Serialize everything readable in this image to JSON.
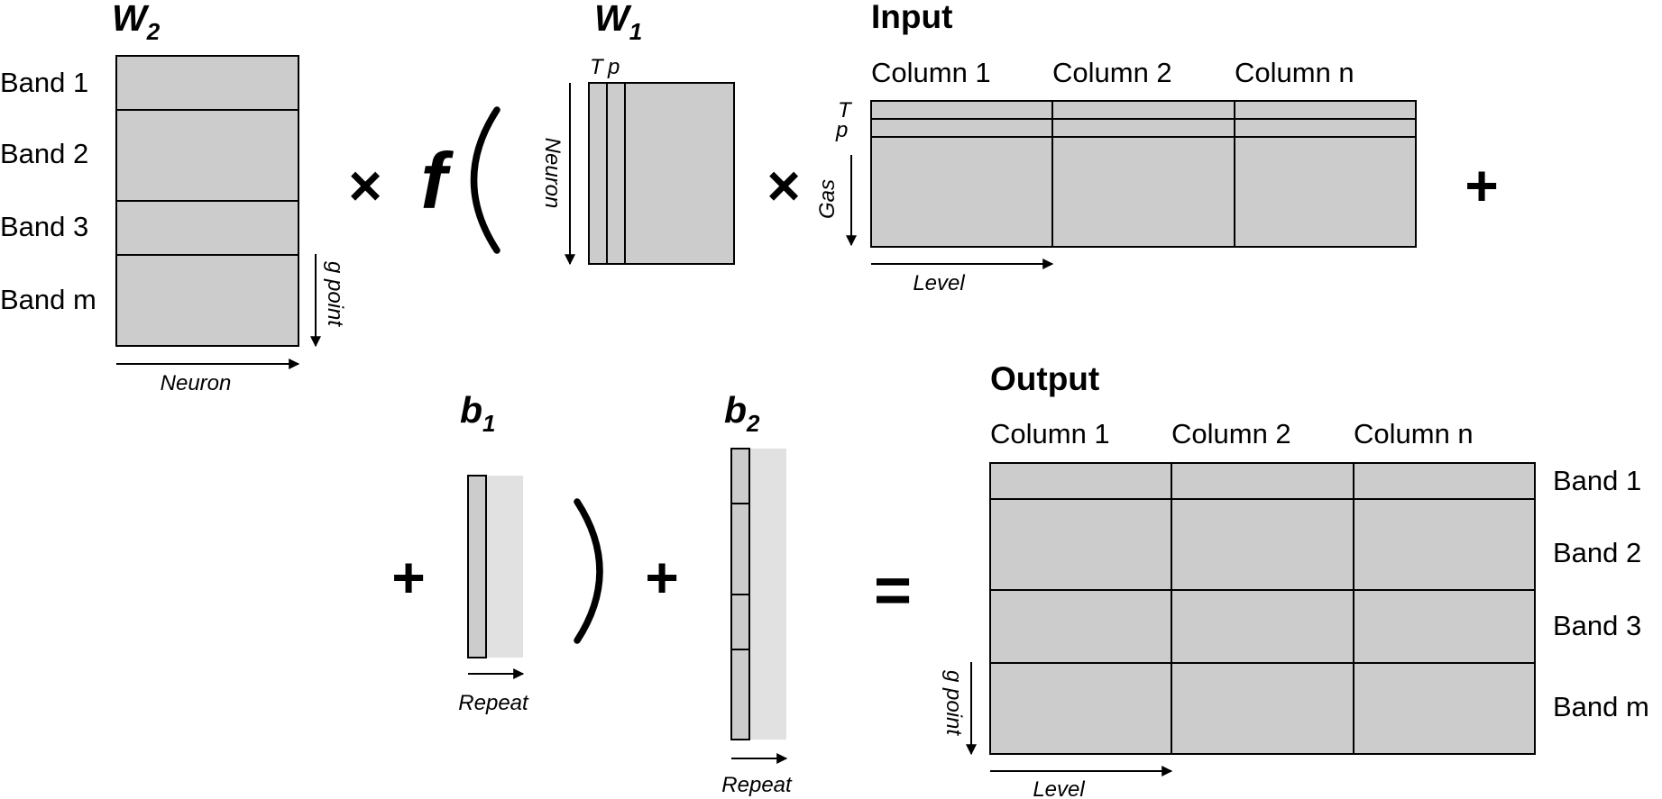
{
  "w2": {
    "symbol": "W",
    "sub": "2",
    "bands": [
      "Band 1",
      "Band 2",
      "Band 3",
      "Band m"
    ],
    "x_axis": "Neuron",
    "y_axis": "g point"
  },
  "w1": {
    "symbol": "W",
    "sub": "1",
    "col_t": "T",
    "col_p": "p",
    "y_axis": "Neuron"
  },
  "input": {
    "title": "Input",
    "columns": [
      "Column 1",
      "Column 2",
      "Column n"
    ],
    "row_t": "T",
    "row_p": "p",
    "y_axis": "Gas",
    "x_axis": "Level"
  },
  "b1": {
    "symbol": "b",
    "sub": "1",
    "repeat": "Repeat"
  },
  "b2": {
    "symbol": "b",
    "sub": "2",
    "repeat": "Repeat"
  },
  "output": {
    "title": "Output",
    "columns": [
      "Column 1",
      "Column 2",
      "Column n"
    ],
    "bands": [
      "Band 1",
      "Band 2",
      "Band 3",
      "Band m"
    ],
    "y_axis": "g point",
    "x_axis": "Level"
  },
  "operators": {
    "times": "×",
    "func": "f",
    "plus": "+",
    "equals": "="
  }
}
